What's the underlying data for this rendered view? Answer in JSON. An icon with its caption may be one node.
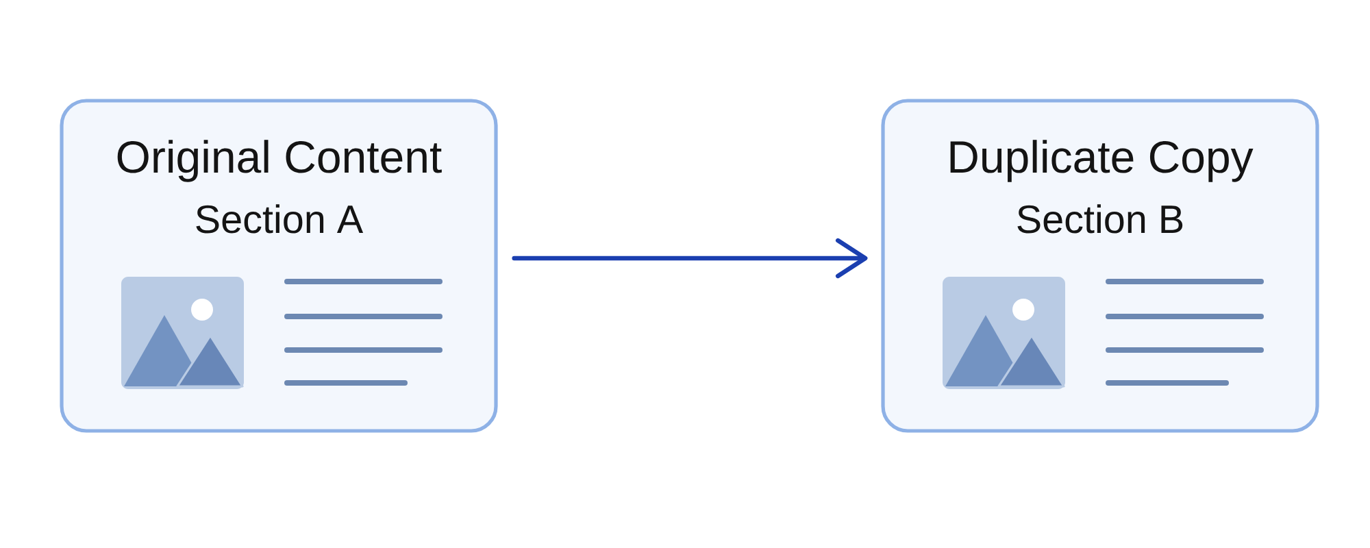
{
  "diagram": {
    "nodes": [
      {
        "text": [
          "Original Content",
          "Section A"
        ]
      },
      {
        "text": [
          "Duplicate Copy",
          "Section B"
        ]
      }
    ],
    "edges": [
      {
        "from": 0,
        "to": 1,
        "arrow": "to"
      }
    ]
  }
}
